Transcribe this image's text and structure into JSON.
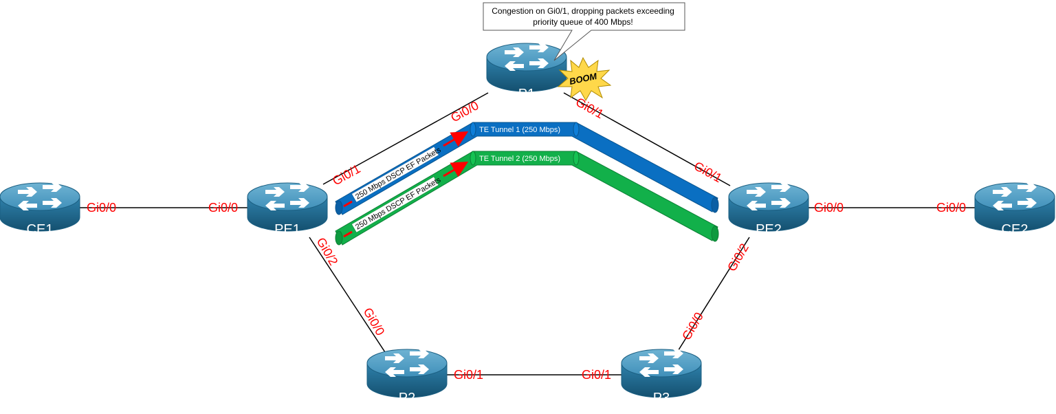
{
  "routers": {
    "ce1": "CE1",
    "pe1": "PE1",
    "p1": "P1",
    "pe2": "PE2",
    "ce2": "CE2",
    "p2": "P2",
    "p3": "P3"
  },
  "interfaces": {
    "ce1_gi00": "Gi0/0",
    "pe1_gi00": "Gi0/0",
    "pe1_gi01": "Gi0/1",
    "pe1_gi02": "Gi0/2",
    "p1_gi00": "Gi0/0",
    "p1_gi01": "Gi0/1",
    "pe2_gi01": "Gi0/1",
    "pe2_gi00": "Gi0/0",
    "pe2_gi02": "Gi0/2",
    "ce2_gi00": "Gi0/0",
    "p2_gi00": "Gi0/0",
    "p2_gi01": "Gi0/1",
    "p3_gi01": "Gi0/1",
    "p3_gi00": "Gi0/0"
  },
  "tunnels": {
    "te1_label": "TE Tunnel 1 (250 Mbps)",
    "te2_label": "TE Tunnel 2 (250 Mbps)",
    "te1_packets": "250 Mbps DSCP EF Packets",
    "te2_packets": "250 Mbps DSCP EF Packets",
    "te1_color": "#0a6fc2",
    "te2_color": "#12b04a"
  },
  "callout": {
    "line1": "Congestion on Gi0/1, dropping packets exceeding",
    "line2": "priority queue of 400 Mbps!"
  },
  "boom": {
    "label": "BOOM",
    "color": "#ffd84a"
  },
  "colors": {
    "router_body": "#2d7da6",
    "interface_label": "#ff0000",
    "arrow": "#ff0000"
  },
  "icons": {
    "router": "router-icon",
    "boom": "explosion-icon"
  }
}
